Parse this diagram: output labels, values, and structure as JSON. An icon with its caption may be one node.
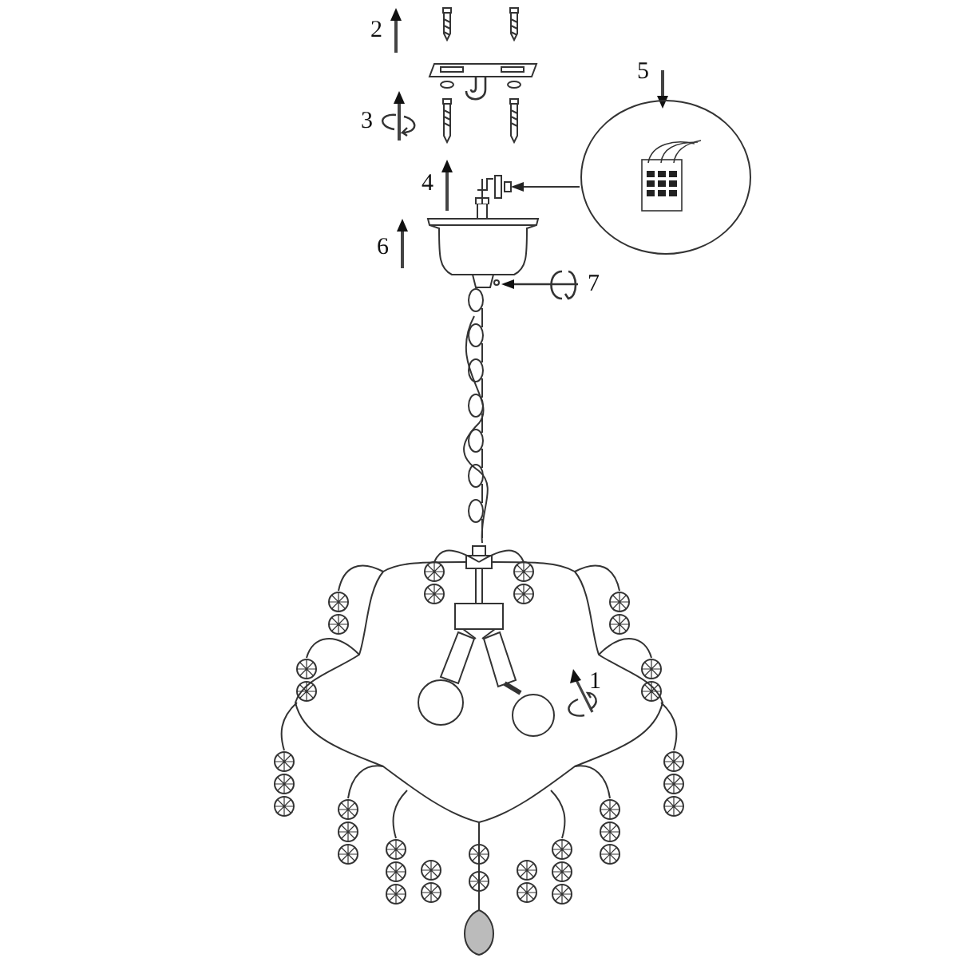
{
  "diagram": {
    "nodes": [
      {
        "text": [],
        "shape": "ellipse"
      },
      {
        "text": [],
        "shape": "picture"
      }
    ],
    "edges": [
      {
        "from": 0,
        "to": 1,
        "arrow": "to"
      }
    ],
    "labels": [
      "2",
      "3",
      "5",
      "4",
      "6",
      "7",
      "1"
    ]
  }
}
